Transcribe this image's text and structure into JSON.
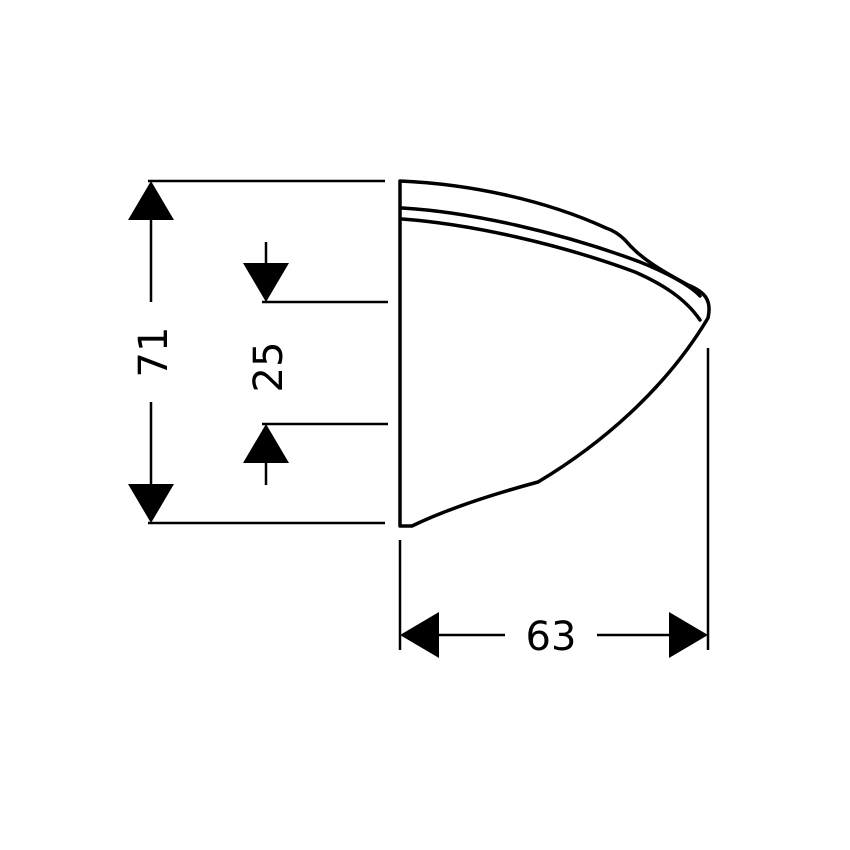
{
  "dimensions": {
    "height": "71",
    "inner_height": "25",
    "width": "63"
  },
  "colors": {
    "line": "#000000",
    "background": "#ffffff"
  }
}
